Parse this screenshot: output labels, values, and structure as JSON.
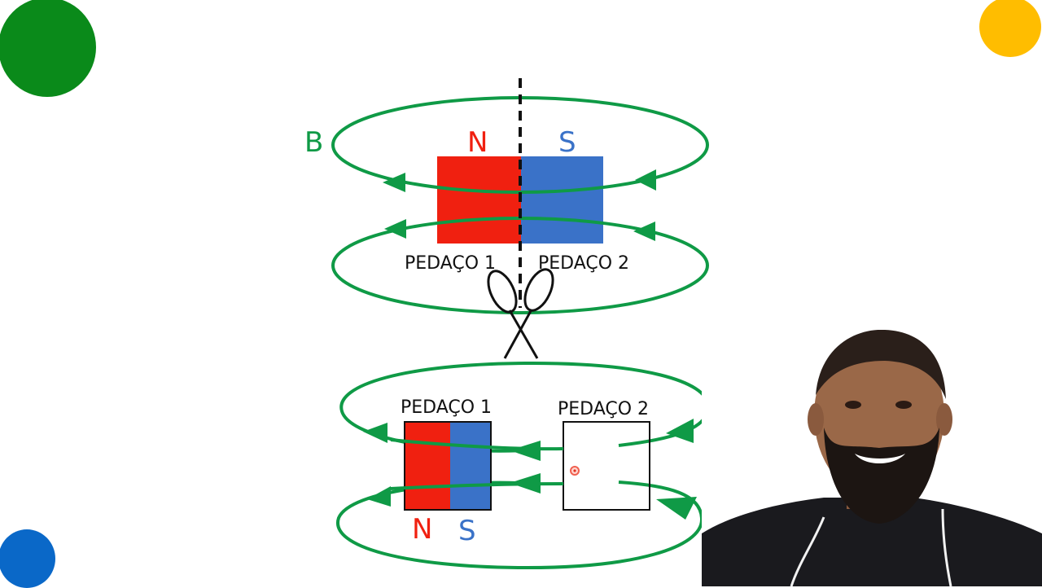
{
  "diagram": {
    "field_label": "B",
    "top_magnet": {
      "north_label": "N",
      "south_label": "S",
      "piece1_label": "PEDAÇO 1",
      "piece2_label": "PEDAÇO 2"
    },
    "bottom_magnets": {
      "piece1_label": "PEDAÇO 1",
      "piece2_label": "PEDAÇO 2",
      "north_label": "N",
      "south_label": "S"
    }
  },
  "colors": {
    "north": "#f02010",
    "south": "#3a72c8",
    "field_line": "#0f9a46",
    "dot_green": "#0a8a1a",
    "dot_yellow": "#ffbd00",
    "dot_blue": "#0a68c8"
  },
  "icons": [
    "scissors-icon",
    "field-arrow-icon",
    "presenter-webcam"
  ]
}
